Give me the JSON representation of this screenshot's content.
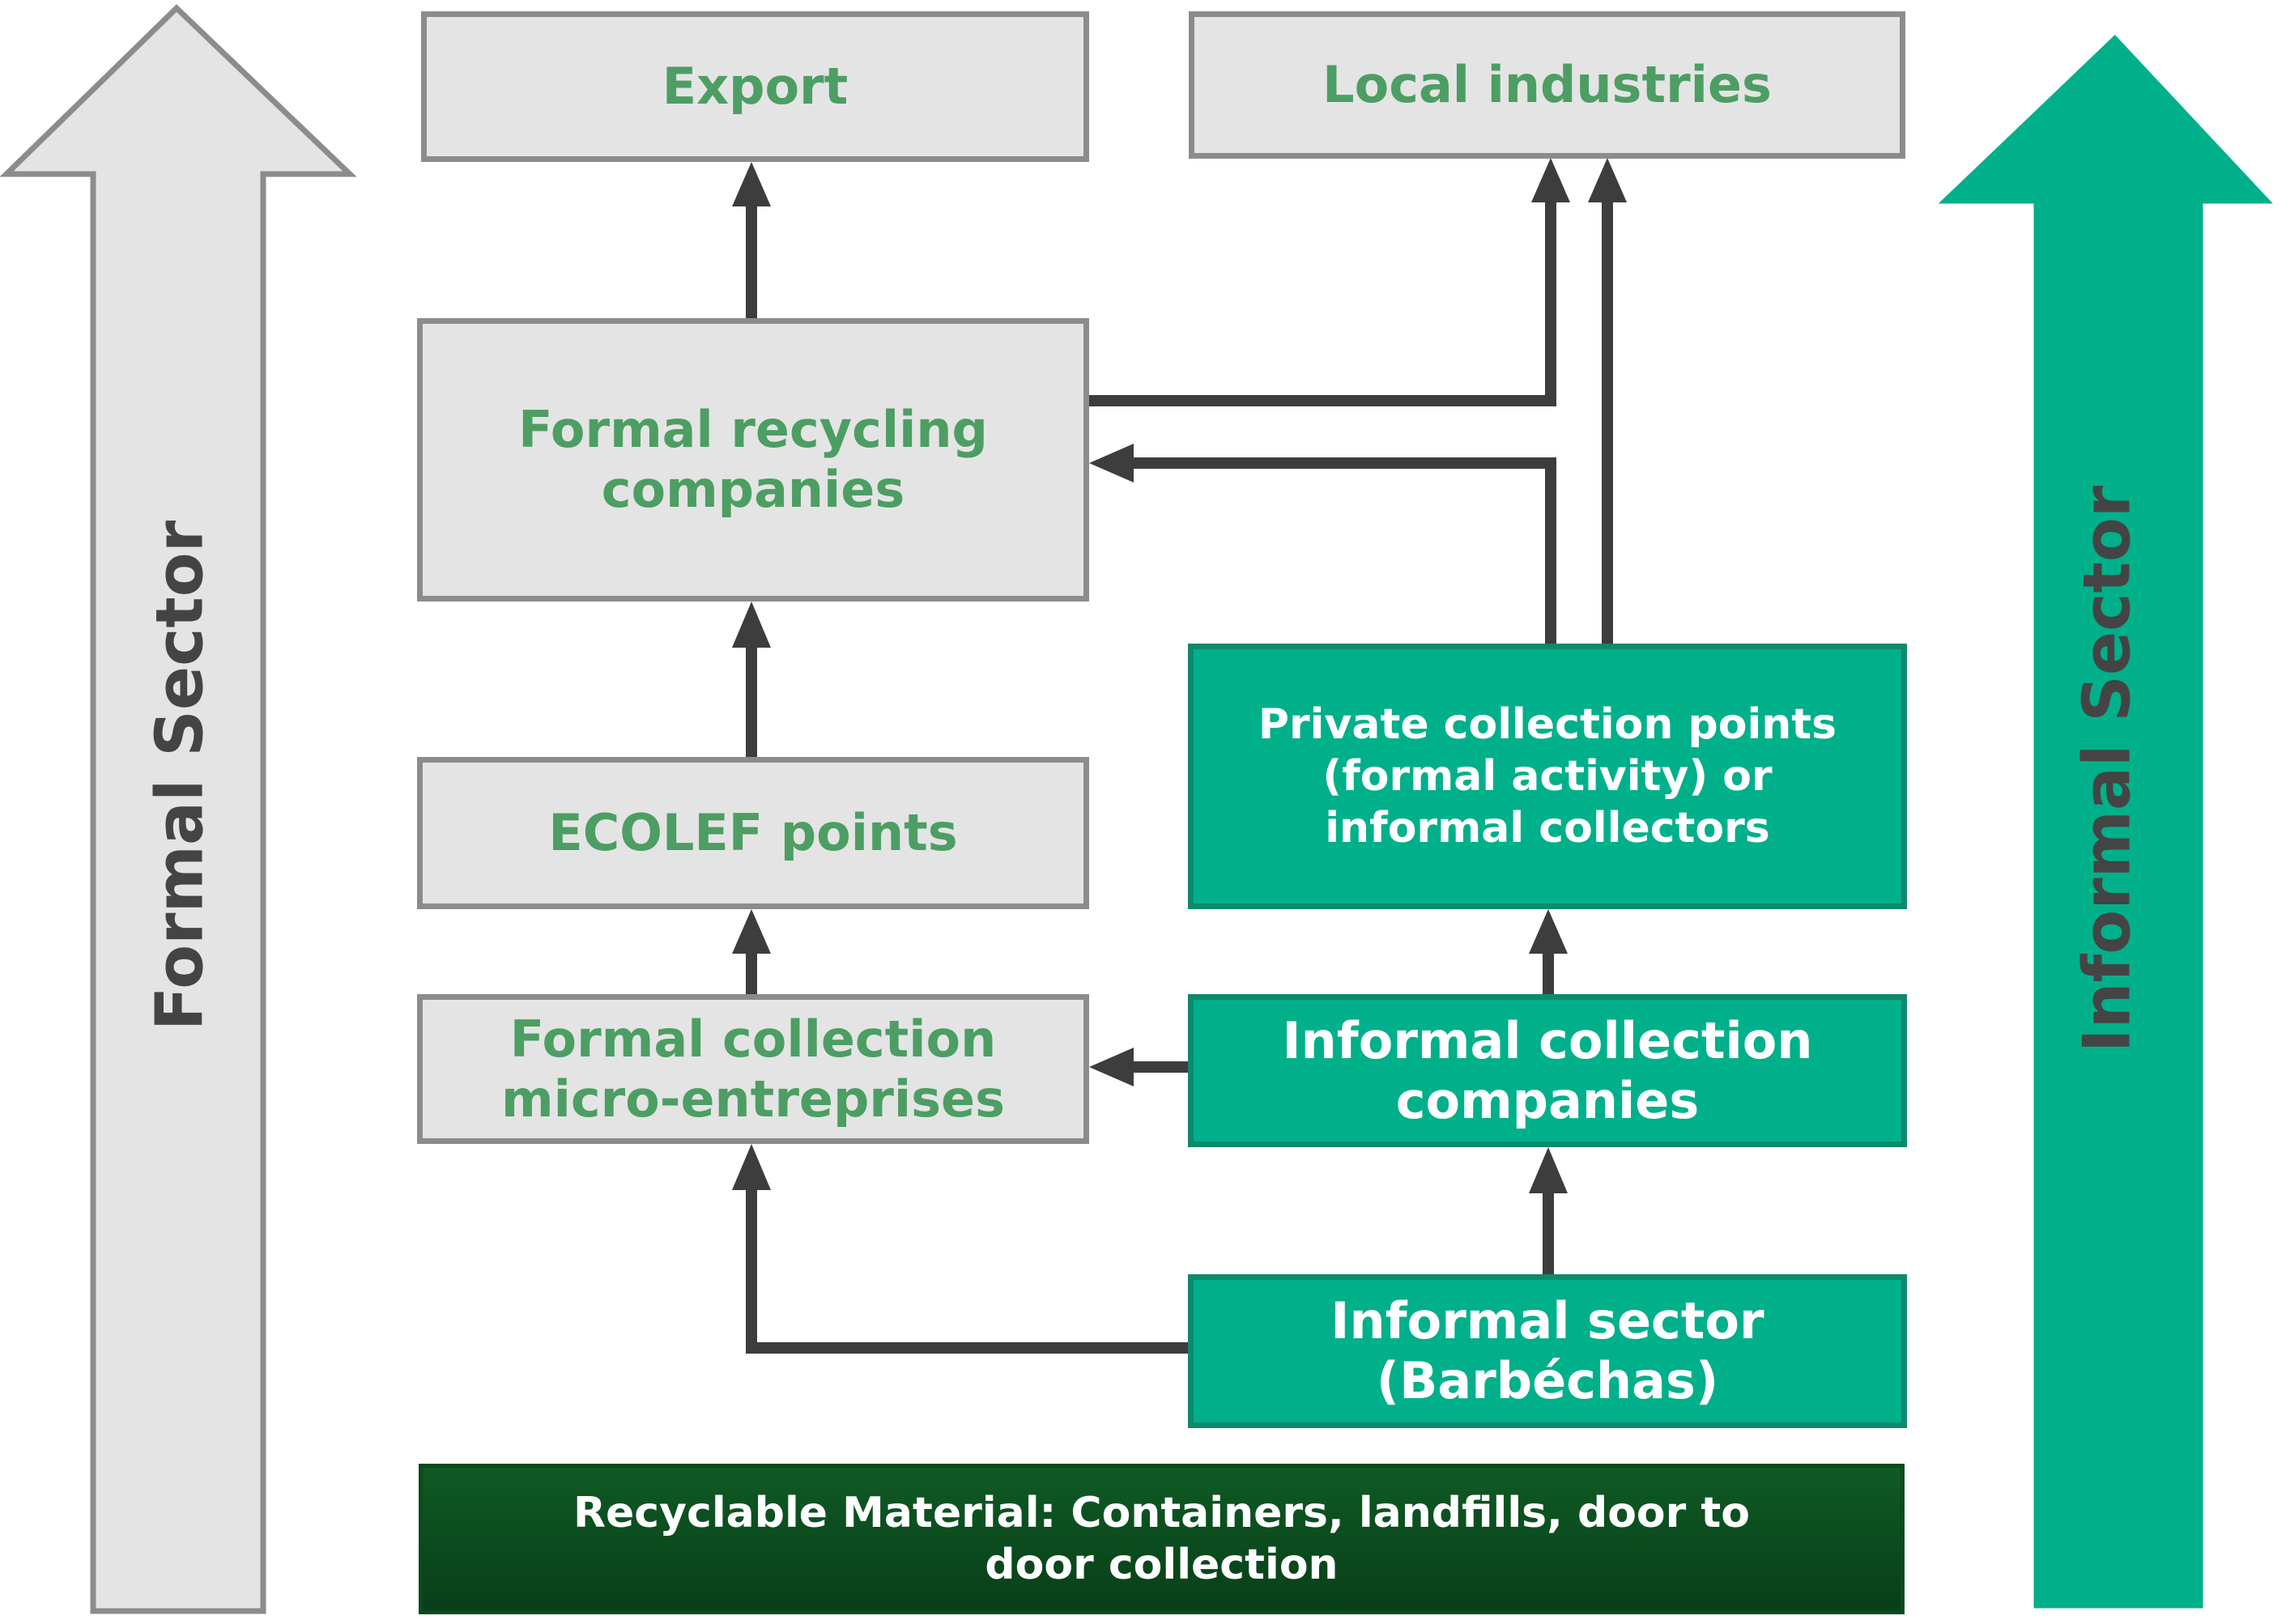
{
  "sector_arrows": {
    "formal_label": "Formal Sector",
    "informal_label": "Informal Sector"
  },
  "nodes": {
    "export": "Export",
    "local_industries": "Local industries",
    "formal_recycling_companies": "Formal recycling companies",
    "ecolef_points": "ECOLEF points",
    "private_collection_points": "Private collection points (formal activity) or informal collectors",
    "formal_collection_micro_entreprises": "Formal collection micro-entreprises",
    "informal_collection_companies": "Informal collection companies",
    "informal_sector_barbechas": "Informal sector (Barbéchas)",
    "recyclable_material": "Recyclable Material: Containers, landfills, door to door collection"
  },
  "edges": [
    {
      "from": "Formal recycling companies",
      "to": "Export"
    },
    {
      "from": "Formal recycling companies",
      "to": "Local industries"
    },
    {
      "from": "Private collection points (formal activity) or informal collectors",
      "to": "Formal recycling companies"
    },
    {
      "from": "Private collection points (formal activity) or informal collectors",
      "to": "Local industries"
    },
    {
      "from": "ECOLEF points",
      "to": "Formal recycling companies"
    },
    {
      "from": "Formal collection micro-entreprises",
      "to": "ECOLEF points"
    },
    {
      "from": "Informal collection companies",
      "to": "Formal collection micro-entreprises"
    },
    {
      "from": "Informal collection companies",
      "to": "Private collection points (formal activity) or informal collectors"
    },
    {
      "from": "Informal sector (Barbéchas)",
      "to": "Informal collection companies"
    },
    {
      "from": "Informal sector (Barbéchas)",
      "to": "Formal collection micro-entreprises"
    }
  ],
  "colors": {
    "formal_box_fill": "#e4e4e4",
    "formal_text": "#4c9e63",
    "informal_box_fill": "#00b08a",
    "base_box_fill": "#0d4f20",
    "connector": "#3d3d3d",
    "formal_arrow_fill": "#e4e4e4",
    "informal_arrow_fill": "#00b08a",
    "sector_label_text": "#444444"
  }
}
